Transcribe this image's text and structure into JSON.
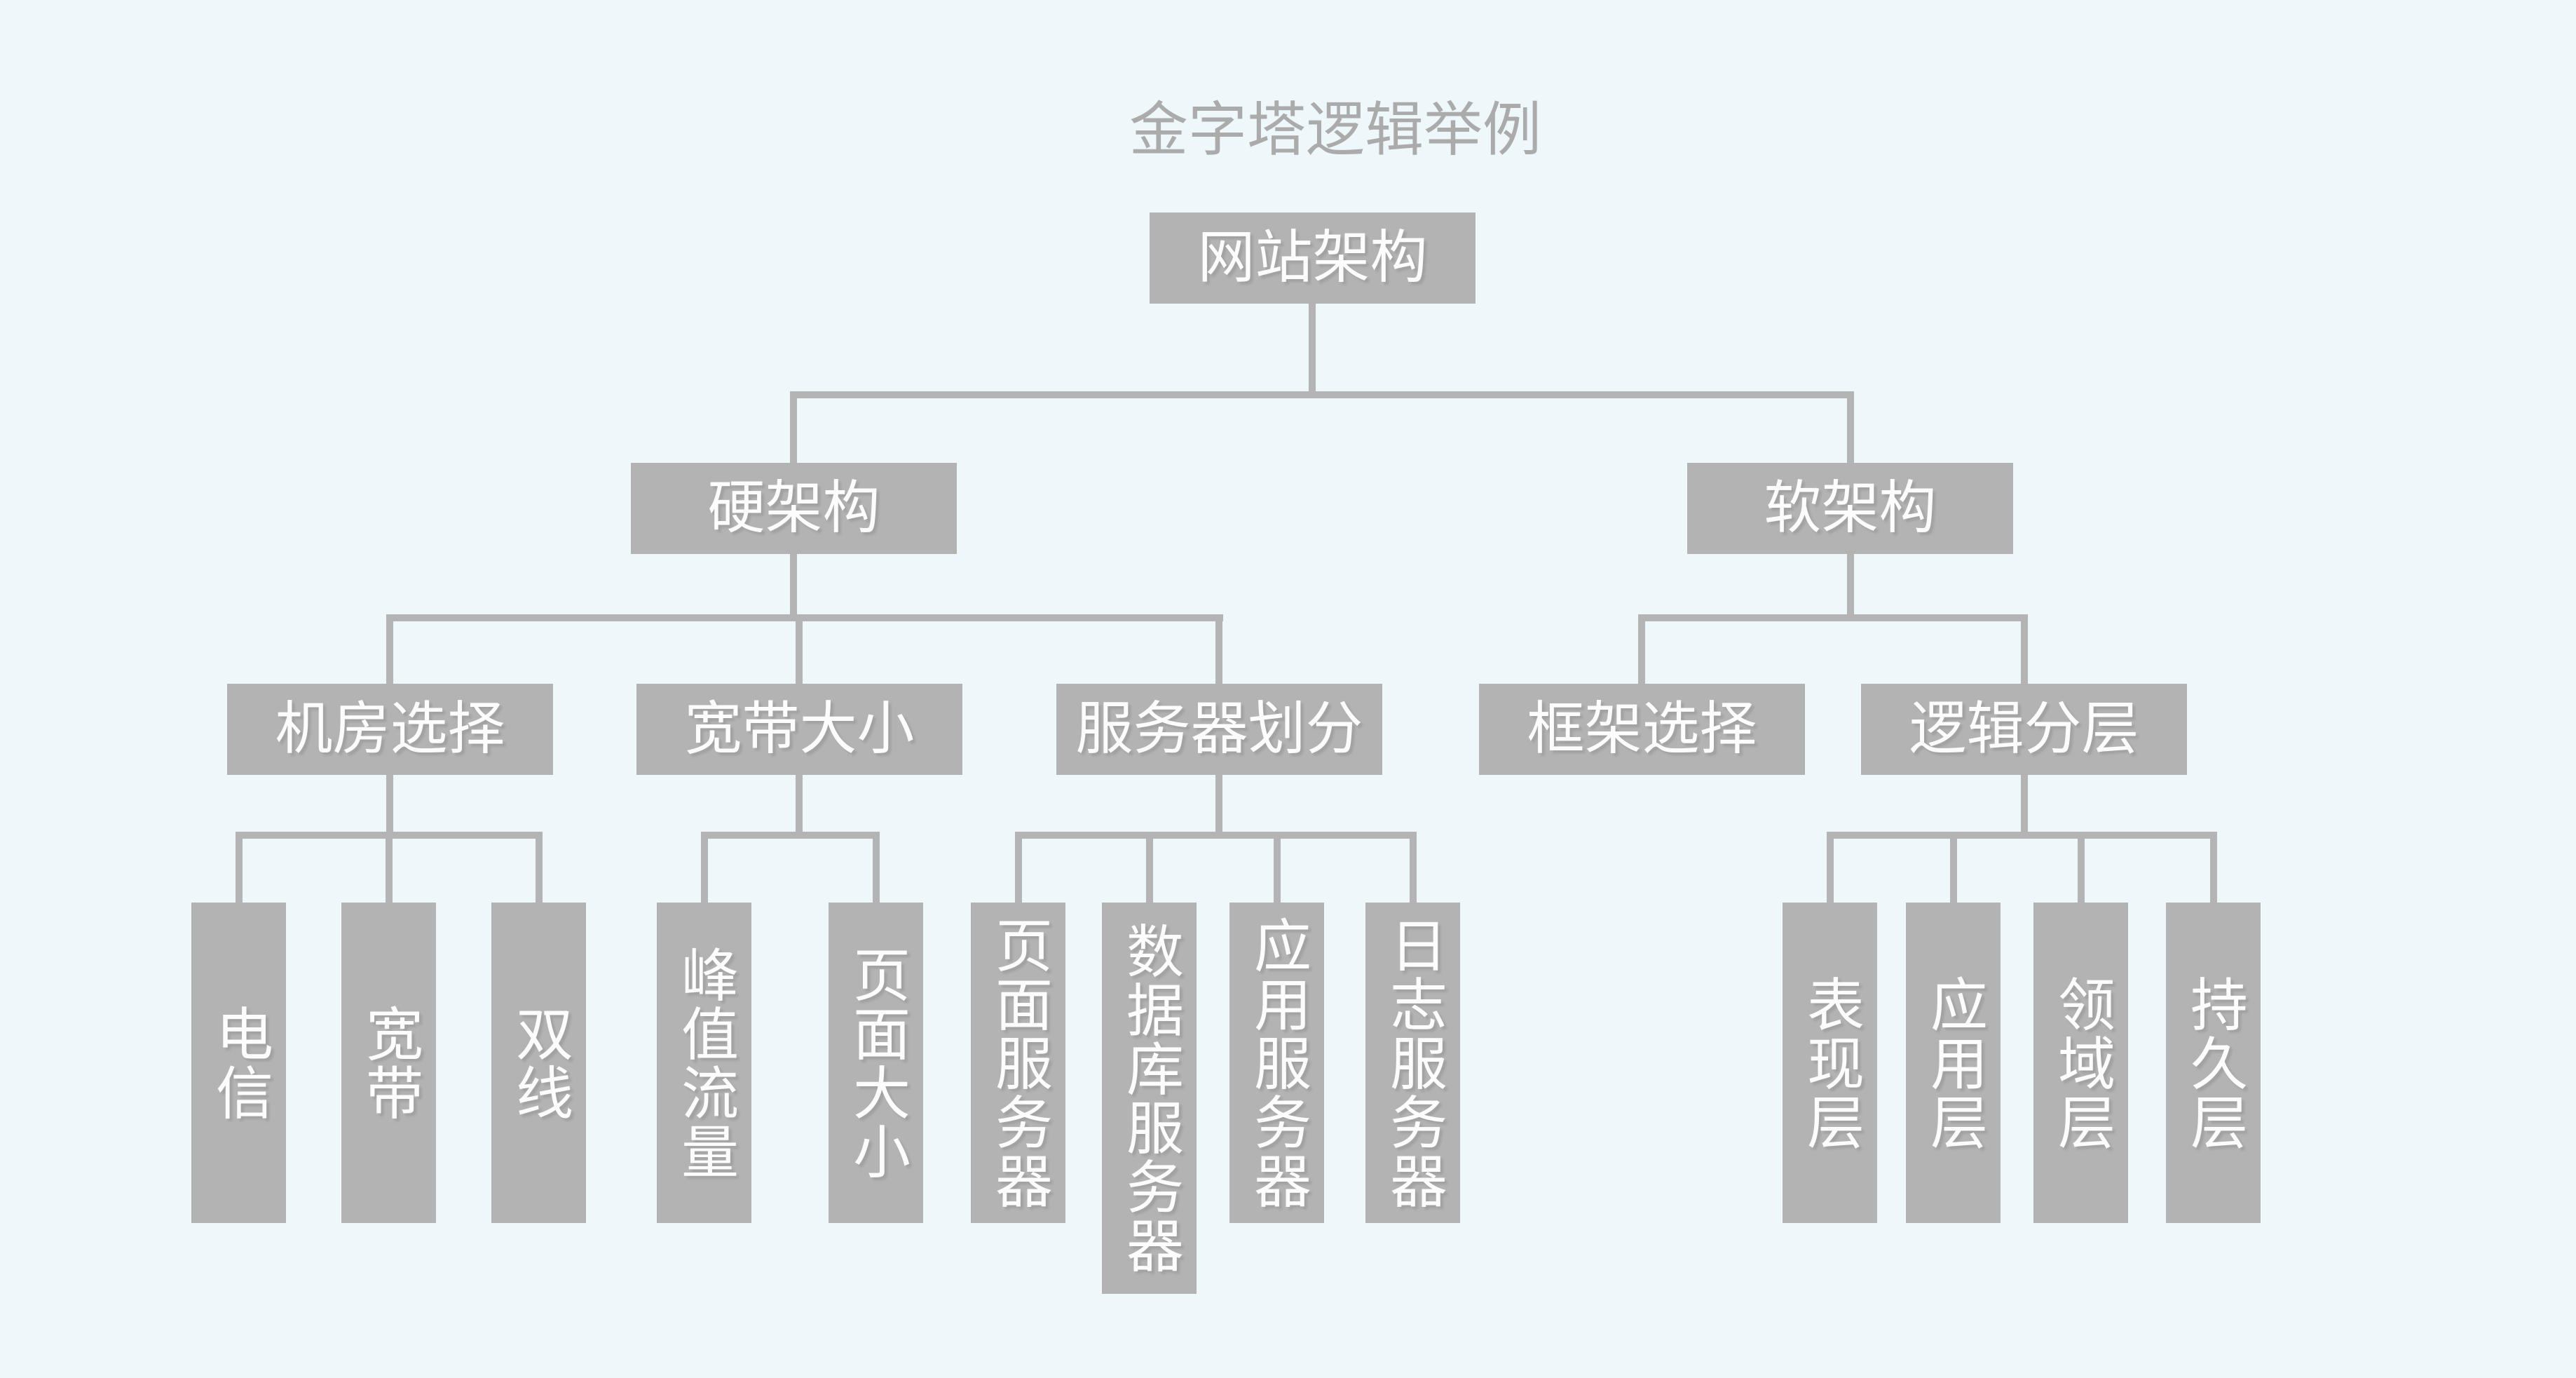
{
  "title": {
    "text": "金字塔逻辑举例"
  },
  "colors": {
    "background": "#eef7fa",
    "node_fill": "#b3b3b3",
    "node_text": "#fcfcfc",
    "title_text": "#ababab",
    "connector": "#b4b4b4"
  },
  "tree": {
    "root": {
      "label": "网站架构"
    },
    "hard": {
      "label": "硬架构",
      "room": {
        "label": "机房选择",
        "c1": "电信",
        "c2": "宽带",
        "c3": "双线"
      },
      "bandwidth": {
        "label": "宽带大小",
        "c1": "峰值流量",
        "c2": "页面大小"
      },
      "servers": {
        "label": "服务器划分",
        "c1": "页面服务器",
        "c2": "数据库服务器",
        "c3": "应用服务器",
        "c4": "日志服务器"
      }
    },
    "soft": {
      "label": "软架构",
      "framework": {
        "label": "框架选择"
      },
      "layers": {
        "label": "逻辑分层",
        "c1": "表现层",
        "c2": "应用层",
        "c3": "领域层",
        "c4": "持久层"
      }
    }
  }
}
